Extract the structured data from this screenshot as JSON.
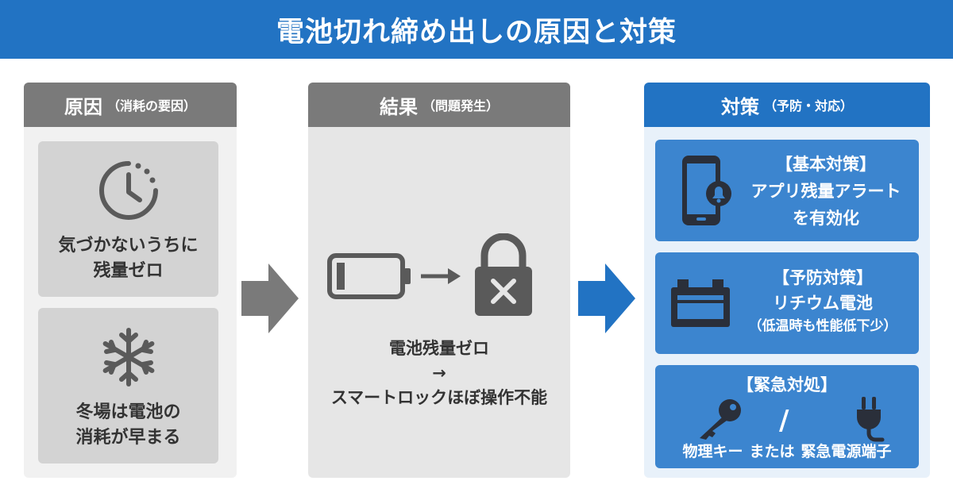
{
  "title": "電池切れ締め出しの原因と対策",
  "cause": {
    "header": "原因",
    "header_sub": "（消耗の要因）",
    "items": [
      {
        "icon": "clock-icon",
        "line1": "気づかないうちに",
        "line2": "残量ゼロ"
      },
      {
        "icon": "snowflake-icon",
        "line1": "冬場は電池の",
        "line2": "消耗が早まる"
      }
    ]
  },
  "result": {
    "header": "結果",
    "header_sub": "（問題発生）",
    "line1": "電池残量ゼロ",
    "arrow": "→",
    "line2": "スマートロックほぼ操作不能"
  },
  "measure": {
    "header": "対策",
    "header_sub": "（予防・対応）",
    "basic": {
      "label": "【基本対策】",
      "line1": "アプリ残量アラート",
      "line2": "を有効化"
    },
    "prevent": {
      "label": "【予防対策】",
      "line1": "リチウム電池",
      "line2": "（低温時も性能低下少）"
    },
    "emergency": {
      "label": "【緊急対処】",
      "slash": "/",
      "left": "物理キー",
      "middle": "または",
      "right": "緊急電源端子"
    }
  },
  "colors": {
    "accent": "#2273c3",
    "card_blue": "#3c85cf",
    "gray_header": "#7a7a7a",
    "icon_gray": "#5a5a5a"
  }
}
